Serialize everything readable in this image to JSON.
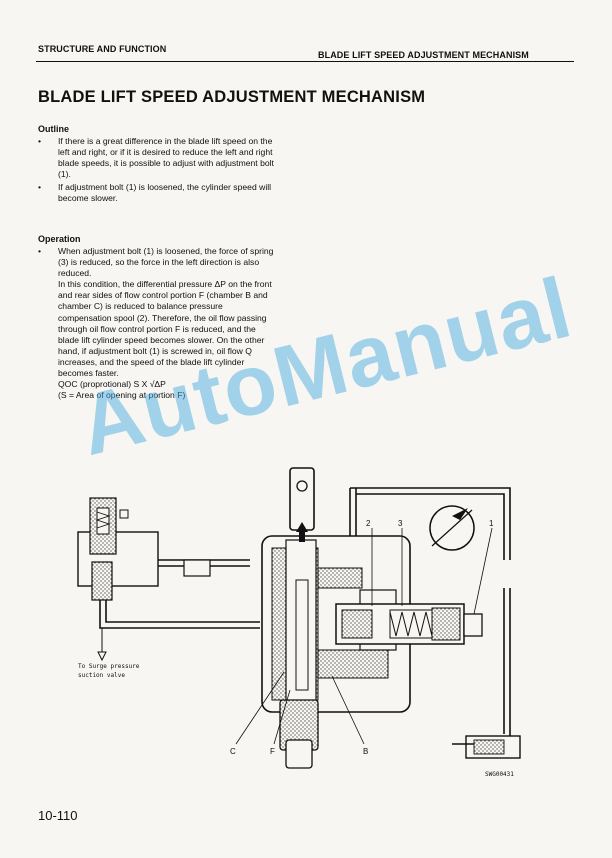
{
  "header": {
    "section": "STRUCTURE AND FUNCTION",
    "topic": "BLADE LIFT SPEED ADJUSTMENT MECHANISM"
  },
  "title": "BLADE LIFT SPEED ADJUSTMENT MECHANISM",
  "outline": {
    "heading": "Outline",
    "bullets": [
      "If there is a great difference in the blade lift speed on the left and right, or if it is desired to reduce the left and right blade speeds, it is possible to adjust with adjustment bolt (1).",
      "If adjustment bolt (1) is loosened, the cylinder speed will become slower."
    ]
  },
  "operation": {
    "heading": "Operation",
    "bullet": "When adjustment bolt (1) is loosened, the force of spring (3) is reduced, so the force in the left direction is also reduced.",
    "continuation": "In this condition, the differential pressure ΔP on the front and rear sides of flow control portion F (chamber B and chamber C) is reduced to balance pressure compensation spool (2). Therefore, the oil flow passing through oil flow control portion F is reduced, and the blade lift cylinder speed becomes slower. On the other hand, if adjustment bolt (1) is screwed in, oil flow Q increases, and the speed of the blade lift cylinder becomes faster.",
    "formula1": "QOC (proprotional) S X √ΔP",
    "formula2": "(S = Area of opening at portion F)"
  },
  "diagram": {
    "note_line1": "To Surge pressure",
    "note_line2": "suction valve",
    "part_1": "1",
    "part_2": "2",
    "part_3": "3",
    "label_c": "C",
    "label_f": "F",
    "label_b": "B",
    "code": "SWG00431"
  },
  "watermark": "AutoManual",
  "page_number": "10-110"
}
